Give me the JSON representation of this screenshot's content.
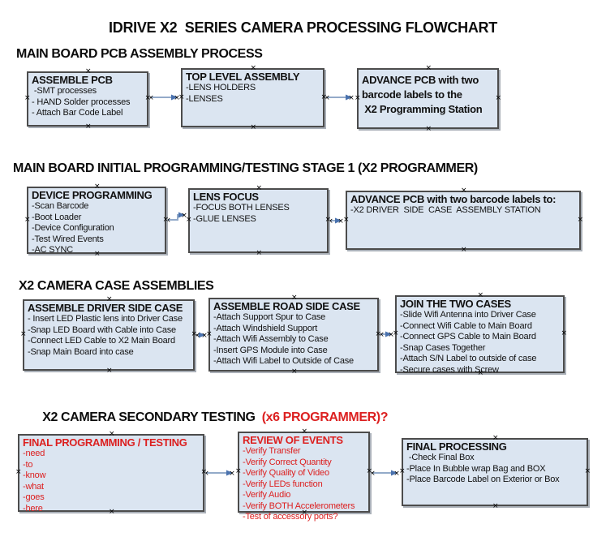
{
  "title": "IDRIVE X2  SERIES CAMERA PROCESSING FLOWCHART",
  "sections": [
    {
      "header": "MAIN BOARD PCB ASSEMBLY PROCESS",
      "boxes": [
        {
          "title": "ASSEMBLE PCB",
          "items": [
            " -SMT processes",
            "- HAND Solder processes",
            "- Attach Bar Code Label"
          ]
        },
        {
          "title": "TOP LEVEL ASSEMBLY",
          "items": [
            "-LENS HOLDERS",
            "-LENSES"
          ]
        },
        {
          "title": "ADVANCE PCB with two\nbarcode labels to the\n X2 Programming Station",
          "items": []
        }
      ]
    },
    {
      "header": "MAIN BOARD INITIAL PROGRAMMING/TESTING STAGE 1 (X2 PROGRAMMER)",
      "boxes": [
        {
          "title": "DEVICE PROGRAMMING",
          "items": [
            "-Scan Barcode",
            "-Boot Loader",
            "-Device Configuration",
            "-Test Wired Events",
            "-AC SYNC"
          ]
        },
        {
          "title": "LENS FOCUS",
          "items": [
            "-FOCUS BOTH LENSES",
            "-GLUE LENSES"
          ]
        },
        {
          "title": "ADVANCE PCB with two barcode labels to:",
          "items": [
            "-X2 DRIVER  SIDE  CASE  ASSEMBLY STATION"
          ]
        }
      ]
    },
    {
      "header": "X2 CAMERA CASE ASSEMBLIES",
      "boxes": [
        {
          "title": "ASSEMBLE DRIVER SIDE CASE",
          "items": [
            "- Insert LED Plastic lens into Driver Case",
            "-Snap LED Board with Cable into Case",
            "-Connect LED Cable to X2 Main Board",
            "-Snap Main Board into case"
          ]
        },
        {
          "title": "ASSEMBLE ROAD SIDE CASE",
          "items": [
            "-Attach Support Spur to Case",
            "-Attach Windshield Support",
            "-Attach Wifi Assembly to Case",
            "-Insert GPS Module into Case",
            "-Attach Wifi Label to Outside of Case"
          ]
        },
        {
          "title": "JOIN THE TWO CASES",
          "items": [
            "-Slide Wifi Antenna into Driver Case",
            "-Connect Wifi Cable to Main Board",
            "-Connect GPS Cable to Main Board",
            "-Snap Cases Together",
            "-Attach S/N Label to outside of case",
            "-Secure cases with Screw"
          ]
        }
      ]
    },
    {
      "header": "X2 CAMERA SECONDARY TESTING  ",
      "header_red": "(x6 PROGRAMMER)?",
      "boxes": [
        {
          "title": "FINAL PROGRAMMING / TESTING",
          "items": [
            "-need",
            "-to",
            "-know",
            "-what",
            "-goes",
            "-here"
          ]
        },
        {
          "title": "REVIEW OF EVENTS",
          "items": [
            "-Verify Transfer",
            "-Verify Correct Quantity",
            "-Verify Quality of Video",
            "-Verify LEDs function",
            "-Verify Audio",
            "-Verify BOTH Accelerometers",
            "-Test of accessory ports?"
          ]
        },
        {
          "title": "FINAL PROCESSING",
          "items": [
            " -Check Final Box",
            "-Place In Bubble wrap Bag and BOX",
            "-Place Barcode Label on Exterior or Box"
          ]
        }
      ]
    }
  ],
  "diagram": {
    "handle_glyph": "×",
    "colors": {
      "box_fill": "#dbe5f1",
      "box_border": "#4c4c4c",
      "arrow_line": "#93aac9",
      "arrow_head": "#4a72ae",
      "red_text": "#dc2020",
      "text": "#111111"
    },
    "arrows": [
      {
        "points": [
          [
            186,
            120
          ],
          [
            218,
            120
          ]
        ]
      },
      {
        "points": [
          [
            403,
            120
          ],
          [
            433,
            120
          ]
        ]
      },
      {
        "points": [
          [
            207,
            271
          ],
          [
            219,
            271
          ],
          [
            219,
            265
          ],
          [
            227,
            265
          ]
        ]
      },
      {
        "points": [
          [
            407,
            272
          ],
          [
            420,
            272
          ]
        ]
      },
      {
        "points": [
          [
            243,
            413
          ],
          [
            252,
            413
          ]
        ]
      },
      {
        "points": [
          [
            470,
            412
          ],
          [
            482,
            412
          ]
        ]
      },
      {
        "points": [
          [
            254,
            583
          ],
          [
            286,
            583
          ]
        ]
      },
      {
        "points": [
          [
            459,
            583
          ],
          [
            489,
            583
          ]
        ]
      }
    ]
  }
}
